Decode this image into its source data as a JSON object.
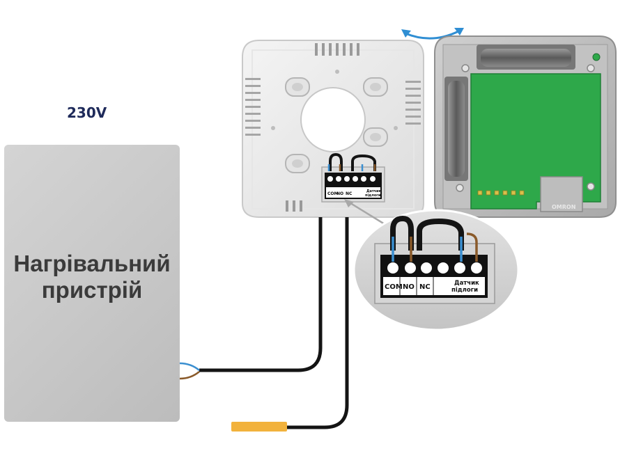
{
  "voltage_label": "230V",
  "heater": {
    "title_line1": "Нагрівальний",
    "title_line2": "пристрій"
  },
  "terminal_block": {
    "labels": [
      "COM",
      "NO",
      "NC"
    ],
    "sensor_line1": "Датчик",
    "sensor_line2": "підлоги"
  },
  "pcb_brand": "OMRON",
  "colors": {
    "wire_black": "#141414",
    "wire_blue": "#3a8fd0",
    "wire_brown": "#8a5a2a",
    "pcb_green": "#2ea84a",
    "sensor_probe": "#f2b23c"
  }
}
